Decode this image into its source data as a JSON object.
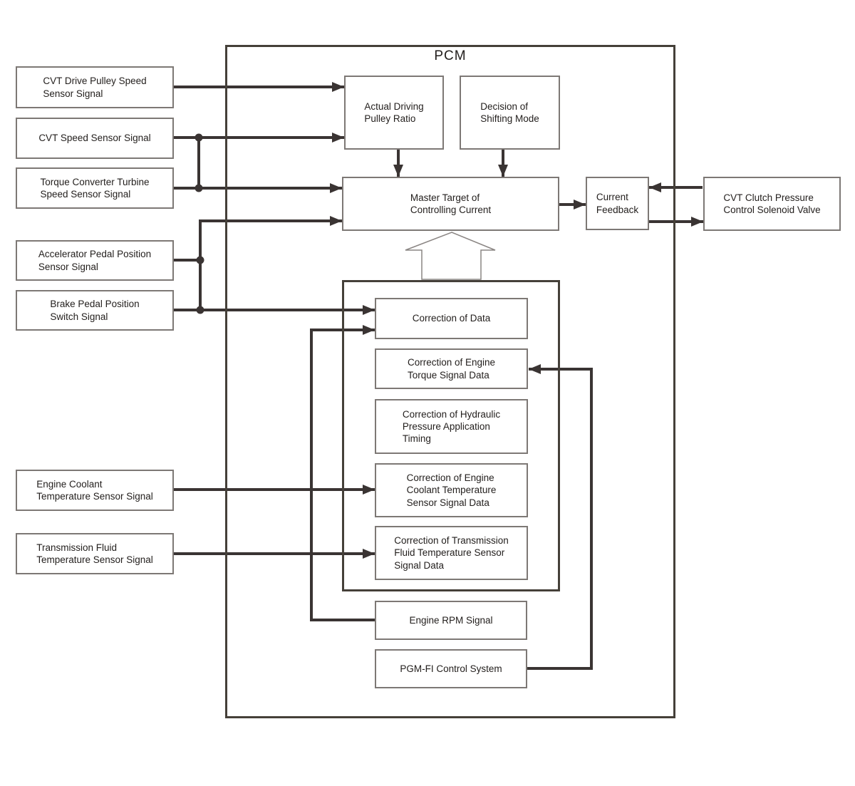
{
  "pcm": {
    "title": "PCM",
    "blocks": {
      "actual_driving": "Actual Driving\nPulley Ratio",
      "decision_shifting": "Decision of\nShifting Mode",
      "master_target": "Master Target of\nControlling Current",
      "current_feedback": "Current\nFeedback",
      "correction_of_data": "Correction of Data",
      "correction_engine_torque": "Correction of Engine\nTorque Signal Data",
      "correction_hydraulic": "Correction of Hydraulic\nPressure Application\nTiming",
      "correction_engine_coolant": "Correction of Engine\nCoolant Temperature\nSensor Signal Data",
      "correction_transmission_fluid": "Correction of Transmission\nFluid Temperature Sensor\nSignal Data",
      "engine_rpm": "Engine RPM Signal",
      "pgm_fi": "PGM-FI Control System"
    }
  },
  "inputs": [
    {
      "label": "CVT Drive Pulley Speed\nSensor Signal"
    },
    {
      "label": "CVT Speed Sensor Signal"
    },
    {
      "label": "Torque Converter Turbine\nSpeed Sensor Signal"
    },
    {
      "label": "Accelerator Pedal Position\nSensor Signal"
    },
    {
      "label": "Brake Pedal Position\nSwitch Signal"
    },
    {
      "label": "Engine Coolant\nTemperature Sensor Signal"
    },
    {
      "label": "Transmission Fluid\nTemperature Sensor Signal"
    }
  ],
  "output": {
    "label": "CVT Clutch Pressure\nControl Solenoid Valve"
  },
  "colors": {
    "line": "#3a3433",
    "border_light": "#7d7875",
    "border_dark": "#454039",
    "text": "#221e1c",
    "background": "#ffffff"
  }
}
